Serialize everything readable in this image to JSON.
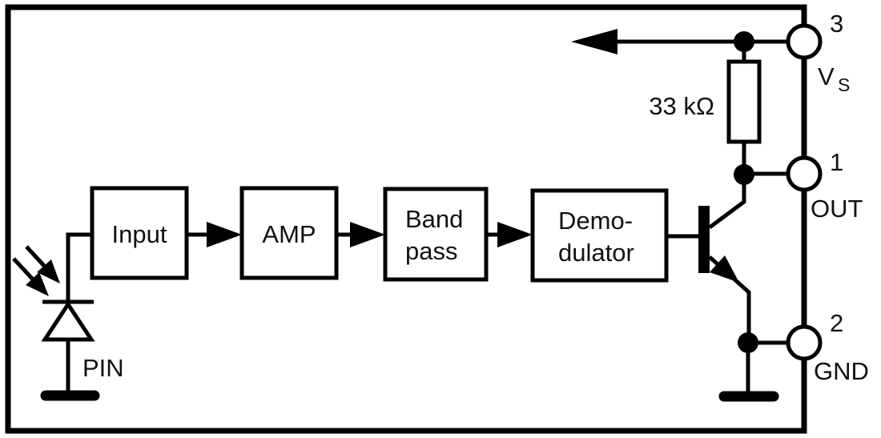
{
  "blocks": {
    "input": {
      "label": "Input"
    },
    "amp": {
      "label": "AMP"
    },
    "bandpass": {
      "line1": "Band",
      "line2": "pass"
    },
    "demodulator": {
      "line1": "Demo-",
      "line2": "dulator"
    }
  },
  "labels": {
    "resistor": "33 kΩ",
    "photodiode": "PIN"
  },
  "pins": {
    "vs": {
      "number": "3",
      "name": "V",
      "subscript": "S"
    },
    "out": {
      "number": "1",
      "name": "OUT"
    },
    "gnd": {
      "number": "2",
      "name": "GND"
    }
  },
  "colors": {
    "line": "#000000",
    "background": "#ffffff"
  }
}
